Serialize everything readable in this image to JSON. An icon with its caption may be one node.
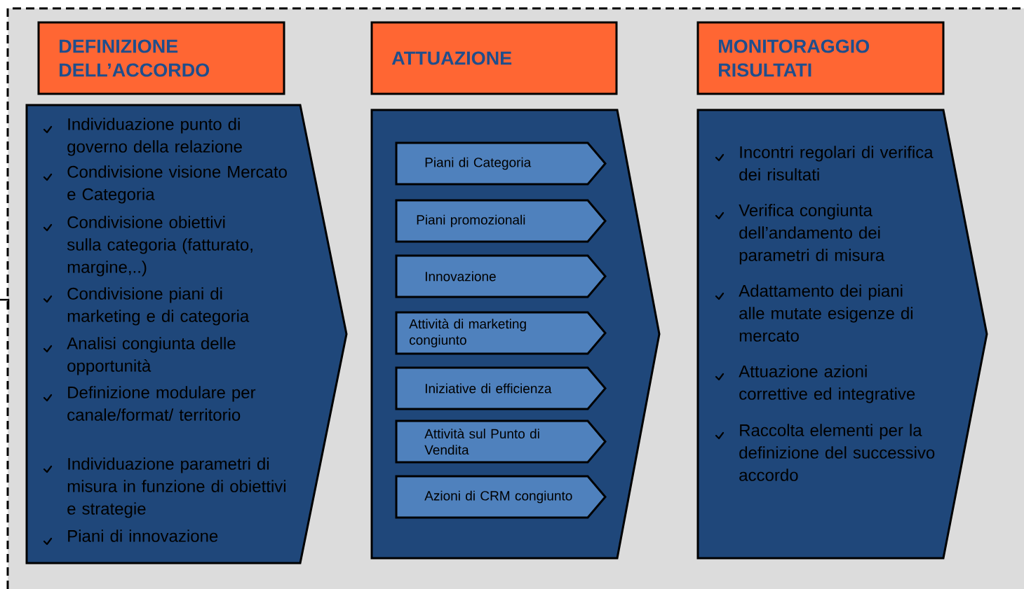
{
  "diagram": {
    "nodes": [
      {
        "text": [
          "DEFINIZIONE DELL’ACCORDO"
        ]
      },
      {
        "text": [
          "ATTUAZIONE"
        ]
      },
      {
        "text": [
          "MONITORAGGIO RISULTATI"
        ]
      },
      {
        "text": [
          "Individuazione punto di governo della relazione",
          "Condivisione visione Mercato e Categoria",
          "Condivisione obiettivi sulla categoria (fatturato, margine,..)",
          "Condivisione piani di marketing e di categoria",
          "Analisi congiunta delle opportunità",
          "Definizione modulare per canale/format/ territorio",
          "Individuazione parametri di misura in funzione di obiettivi e strategie",
          "Piani di innovazione"
        ]
      },
      {
        "text": [],
        "shape": "chevron"
      },
      {
        "text": [
          "Piani di Categoria"
        ],
        "in": 4
      },
      {
        "text": [
          "Piani promozionali"
        ],
        "in": 4
      },
      {
        "text": [
          "Innovazione"
        ],
        "in": 4
      },
      {
        "text": [
          "Attività di marketing congiunto"
        ],
        "in": 4
      },
      {
        "text": [
          "Iniziative di efficienza"
        ],
        "in": 4
      },
      {
        "text": [
          "Attività sul Punto di Vendita"
        ],
        "in": 4
      },
      {
        "text": [
          "Azioni di CRM congiunto"
        ],
        "in": 4
      },
      {
        "text": [
          "Incontri regolari di verifica dei risultati",
          "Verifica congiunta dell’andamento dei parametri di misura",
          "Adattamento dei piani alle mutate esigenze di mercato",
          "Attuazione azioni correttive ed integrative",
          "Raccolta elementi per la definizione del successivo accordo"
        ]
      }
    ]
  }
}
